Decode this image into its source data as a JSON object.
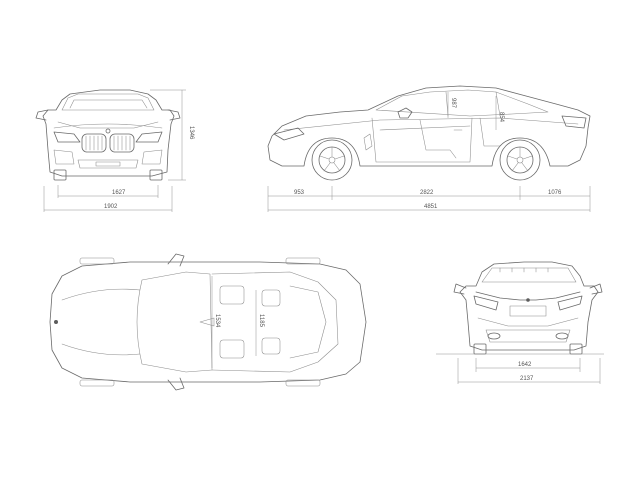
{
  "dimensions": {
    "front_track": "1627",
    "front_width": "1902",
    "height": "1346",
    "front_overhang": "953",
    "wheelbase": "2822",
    "rear_overhang": "1076",
    "length": "4851",
    "headroom_front": "987",
    "headroom_rear": "854",
    "interior_width_front": "1534",
    "interior_width_rear": "1185",
    "rear_track": "1642",
    "rear_width": "2137"
  },
  "colors": {
    "line": "#6a6a6a",
    "dimension": "#909090",
    "text": "#555555"
  },
  "icons": {
    "badge": "bmw-roundel-icon"
  }
}
